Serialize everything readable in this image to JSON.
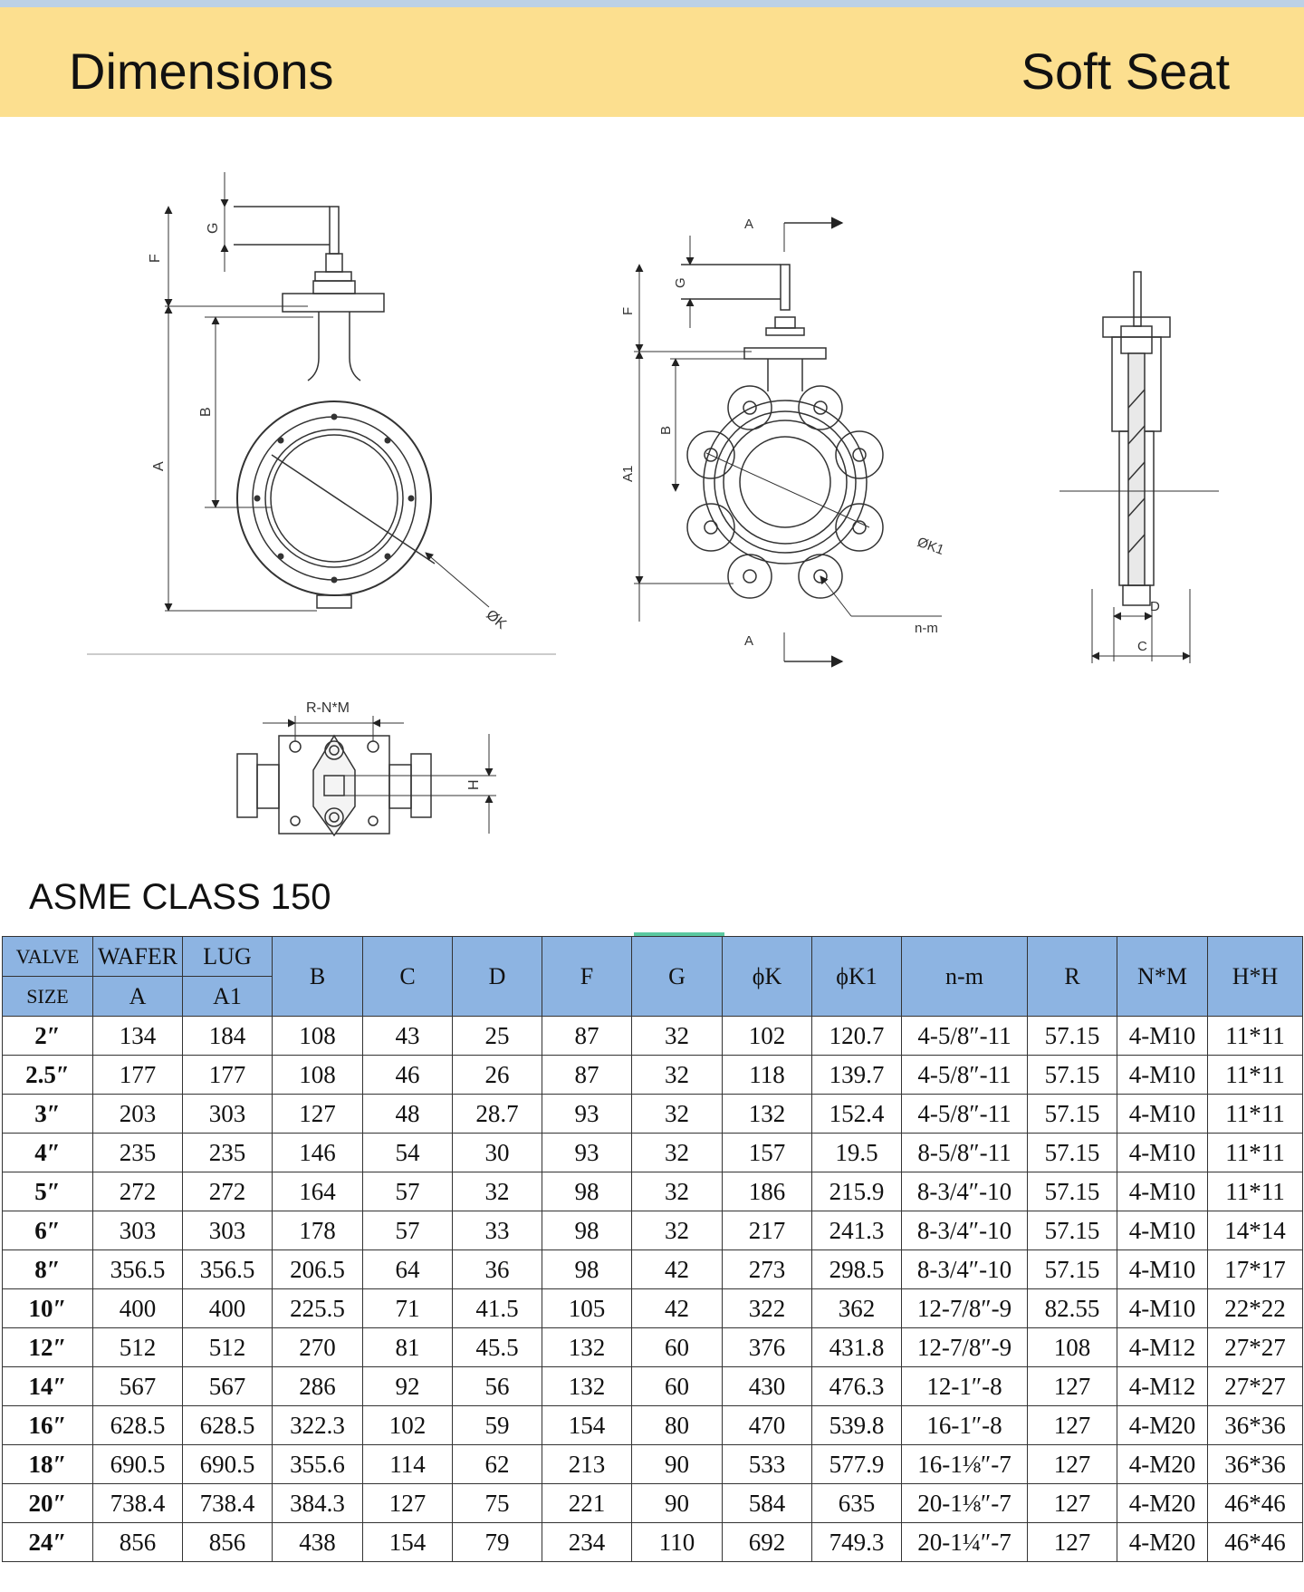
{
  "header": {
    "title": "Dimensions",
    "subtitle": "Soft Seat"
  },
  "drawing_labels": {
    "wafer": {
      "F": "F",
      "G": "G",
      "A": "A",
      "B": "B",
      "K": "ØK"
    },
    "lug": {
      "A_top": "A",
      "A_bottom": "A",
      "F": "F",
      "G": "G",
      "A1": "A1",
      "B": "B",
      "K1": "ØK1",
      "nm": "n-m"
    },
    "side": {
      "D": "D",
      "C": "C"
    },
    "top": {
      "rnm": "R-N*M",
      "hh": "H"
    }
  },
  "section": {
    "title": "ASME CLASS 150"
  },
  "table": {
    "headers": {
      "valve_size_1": "VALVE",
      "valve_size_2": "SIZE",
      "wafer": "WAFER",
      "lug": "LUG",
      "a": "A",
      "a1": "A1",
      "b": "B",
      "c": "C",
      "d": "D",
      "f": "F",
      "g": "G",
      "k": "ϕK",
      "k1": "ϕK1",
      "nm": "n-m",
      "r": "R",
      "nxm": "N*M",
      "hxh": "H*H"
    },
    "rows": [
      [
        "2″",
        "134",
        "184",
        "108",
        "43",
        "25",
        "87",
        "32",
        "102",
        "120.7",
        "4-5/8″-11",
        "57.15",
        "4-M10",
        "11*11"
      ],
      [
        "2.5″",
        "177",
        "177",
        "108",
        "46",
        "26",
        "87",
        "32",
        "118",
        "139.7",
        "4-5/8″-11",
        "57.15",
        "4-M10",
        "11*11"
      ],
      [
        "3″",
        "203",
        "303",
        "127",
        "48",
        "28.7",
        "93",
        "32",
        "132",
        "152.4",
        "4-5/8″-11",
        "57.15",
        "4-M10",
        "11*11"
      ],
      [
        "4″",
        "235",
        "235",
        "146",
        "54",
        "30",
        "93",
        "32",
        "157",
        "19.5",
        "8-5/8″-11",
        "57.15",
        "4-M10",
        "11*11"
      ],
      [
        "5″",
        "272",
        "272",
        "164",
        "57",
        "32",
        "98",
        "32",
        "186",
        "215.9",
        "8-3/4″-10",
        "57.15",
        "4-M10",
        "11*11"
      ],
      [
        "6″",
        "303",
        "303",
        "178",
        "57",
        "33",
        "98",
        "32",
        "217",
        "241.3",
        "8-3/4″-10",
        "57.15",
        "4-M10",
        "14*14"
      ],
      [
        "8″",
        "356.5",
        "356.5",
        "206.5",
        "64",
        "36",
        "98",
        "42",
        "273",
        "298.5",
        "8-3/4″-10",
        "57.15",
        "4-M10",
        "17*17"
      ],
      [
        "10″",
        "400",
        "400",
        "225.5",
        "71",
        "41.5",
        "105",
        "42",
        "322",
        "362",
        "12-7/8″-9",
        "82.55",
        "4-M10",
        "22*22"
      ],
      [
        "12″",
        "512",
        "512",
        "270",
        "81",
        "45.5",
        "132",
        "60",
        "376",
        "431.8",
        "12-7/8″-9",
        "108",
        "4-M12",
        "27*27"
      ],
      [
        "14″",
        "567",
        "567",
        "286",
        "92",
        "56",
        "132",
        "60",
        "430",
        "476.3",
        "12-1″-8",
        "127",
        "4-M12",
        "27*27"
      ],
      [
        "16″",
        "628.5",
        "628.5",
        "322.3",
        "102",
        "59",
        "154",
        "80",
        "470",
        "539.8",
        "16-1″-8",
        "127",
        "4-M20",
        "36*36"
      ],
      [
        "18″",
        "690.5",
        "690.5",
        "355.6",
        "114",
        "62",
        "213",
        "90",
        "533",
        "577.9",
        "16-1⅛″-7",
        "127",
        "4-M20",
        "36*36"
      ],
      [
        "20″",
        "738.4",
        "738.4",
        "384.3",
        "127",
        "75",
        "221",
        "90",
        "584",
        "635",
        "20-1⅛″-7",
        "127",
        "4-M20",
        "46*46"
      ],
      [
        "24″",
        "856",
        "856",
        "438",
        "154",
        "79",
        "234",
        "110",
        "692",
        "749.3",
        "20-1¼″-7",
        "127",
        "4-M20",
        "46*46"
      ]
    ]
  }
}
